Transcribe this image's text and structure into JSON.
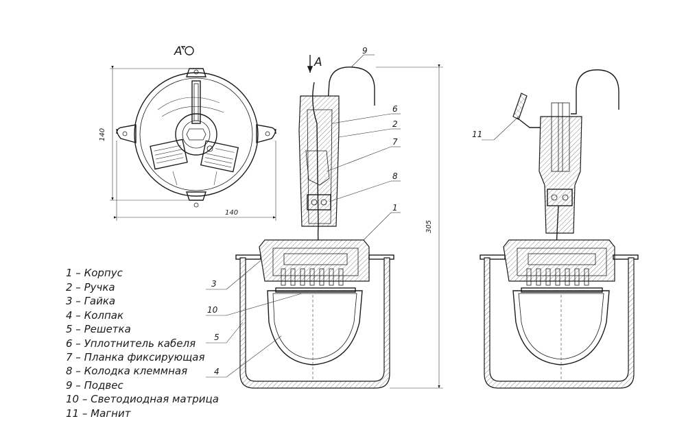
{
  "top_view": {
    "label": "A",
    "dim_width": "140",
    "dim_height": "140"
  },
  "main_view": {
    "section_label": "A",
    "dim_height": "305"
  },
  "callouts": {
    "c1": "1",
    "c2": "2",
    "c3": "3",
    "c4": "4",
    "c5": "5",
    "c6": "6",
    "c7": "7",
    "c8": "8",
    "c9": "9",
    "c10": "10",
    "c11": "11"
  },
  "legend": [
    "1 – Корпус",
    "2 – Ручка",
    "3 – Гайка",
    "4 – Колпак",
    "5 – Решетка",
    "6 – Уплотнитель кабеля",
    "7 – Планка фиксирующая",
    "8 – Колодка клеммная",
    "9 – Подвес",
    "10 – Светодиодная матрица",
    "11 – Магнит"
  ]
}
